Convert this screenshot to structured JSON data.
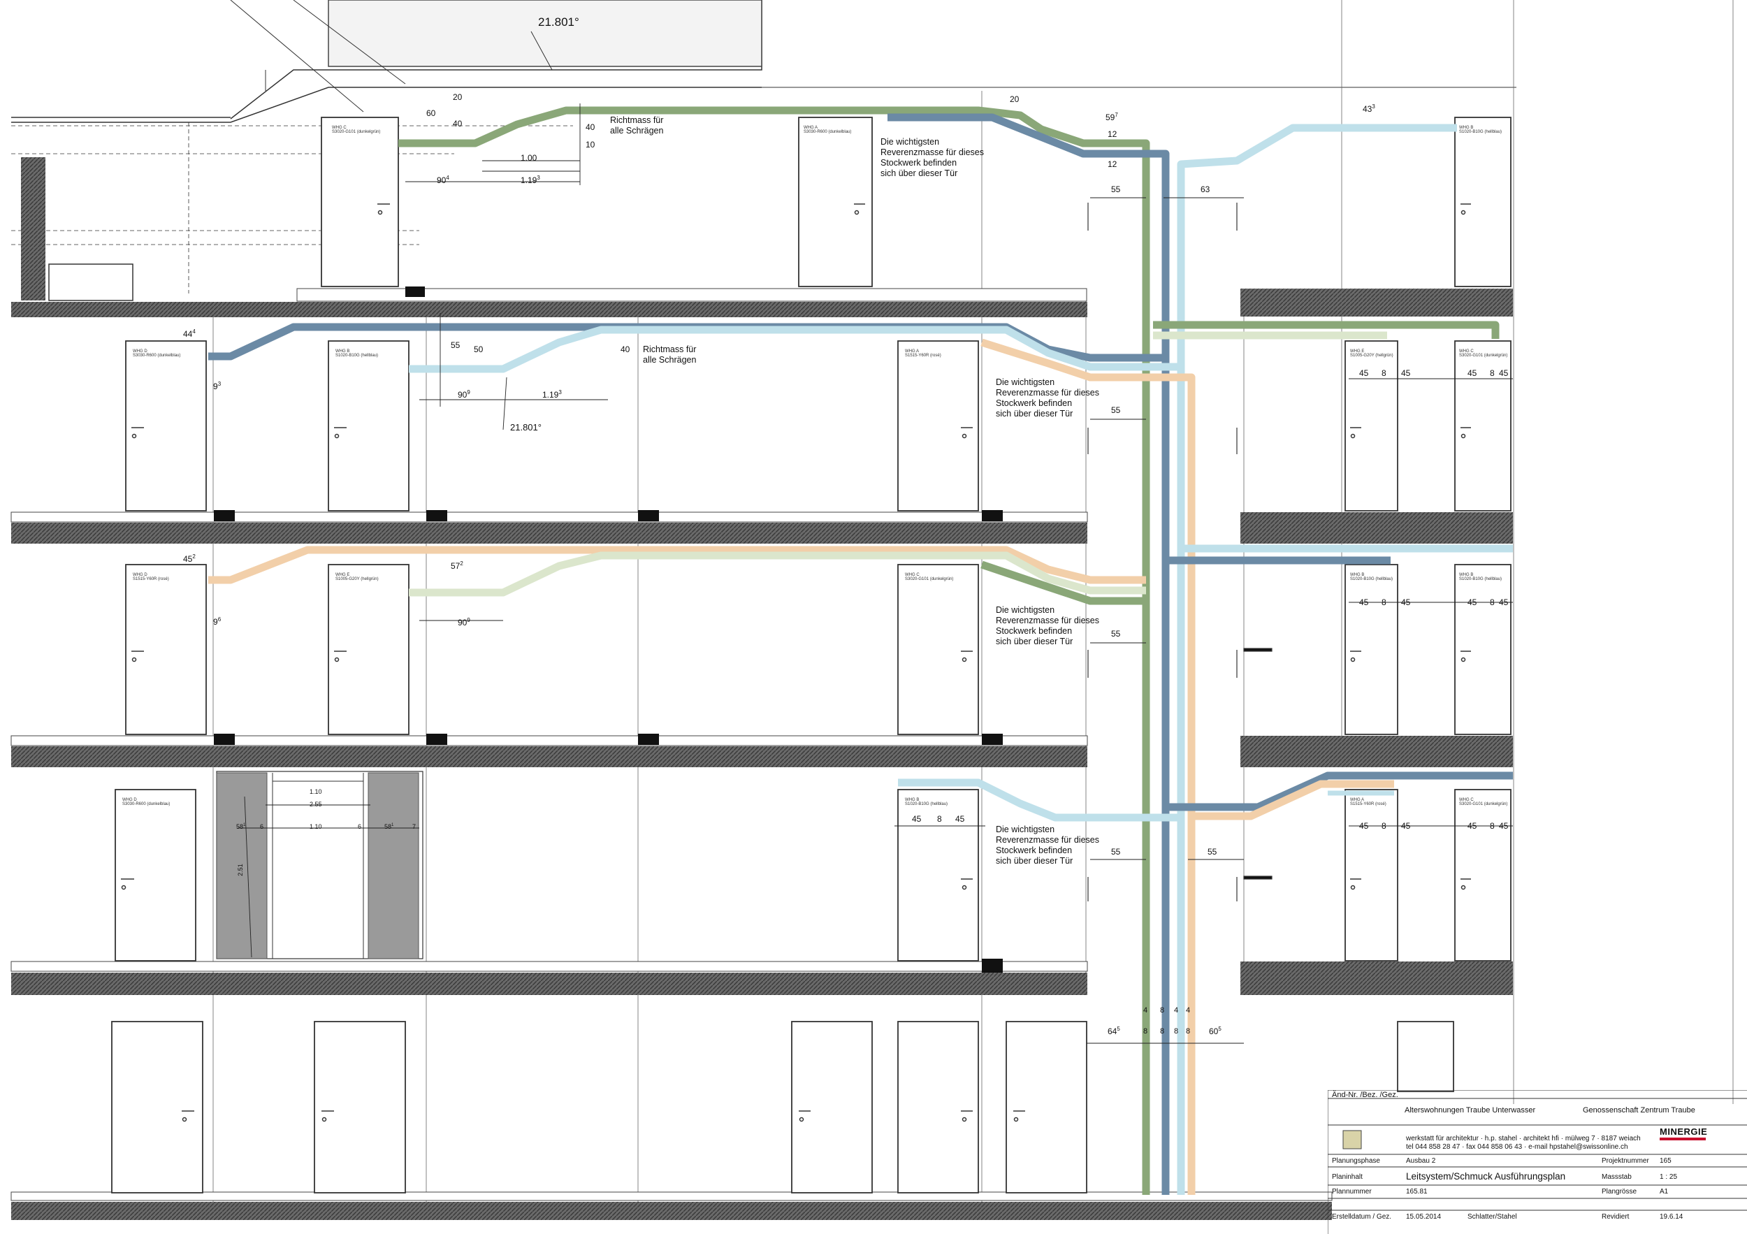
{
  "colors": {
    "green": "#8aa778",
    "blue": "#6b8aa5",
    "lightblue": "#bfe0ea",
    "peach": "#f2cfa9",
    "palegreen": "#dbe6cc",
    "slab": "#555555",
    "panel": "#9a9a9a"
  },
  "notes": {
    "richtmass_line1": "Richtmass für",
    "richtmass_line2": "alle Schrägen",
    "referenz_line1": "Die wichtigsten",
    "referenz_line2": "Reverenzmasse für dieses",
    "referenz_line3": "Stockwerk befinden",
    "referenz_line4": "sich über dieser Tür"
  },
  "angles": {
    "top": "21.801°",
    "second": "21.801°"
  },
  "dimensions": {
    "d60": "60",
    "d40": "40",
    "d20": "20",
    "d10": "10",
    "d40b": "40",
    "d100": "1.00",
    "d904": "90",
    "d904sup": "4",
    "d1193": "1.19",
    "d1193sup": "3",
    "d20r": "20",
    "d597": "59",
    "d597sup": "7",
    "d12a": "12",
    "d12b": "12",
    "d55a": "55",
    "d63": "63",
    "d433": "43",
    "d433sup": "3",
    "d444": "44",
    "d444sup": "4",
    "d93": "9",
    "d93sup": "3",
    "d55b": "55",
    "d50": "50",
    "d40c": "40",
    "d909": "90",
    "d909sup": "9",
    "d1193b": "1.19",
    "d1193bsup": "3",
    "d55c": "55",
    "d452": "45",
    "d452sup": "2",
    "d572": "57",
    "d572sup": "2",
    "d96": "9",
    "d96sup": "6",
    "d909b": "90",
    "d909bsup": "9",
    "d55d": "55",
    "d55e": "55",
    "d55f": "55",
    "d645": "64",
    "d645sup": "5",
    "d605": "60",
    "d605sup": "5",
    "d45": "45",
    "d8": "8",
    "d4": "4",
    "d110": "1.10",
    "d255": "2.55",
    "d110b": "1.10",
    "d581": "58",
    "d581sup": "1",
    "d6": "6",
    "d7": "7",
    "d251": "2.51"
  },
  "doors": [
    {
      "code": "WHG C",
      "sub": "S3020-G101 (dunkelgrün)"
    },
    {
      "code": "WHG A",
      "sub": "S3030-R600 (dunkelblau)"
    },
    {
      "code": "WHG B",
      "sub": "S1020-B10G (hellblau)"
    },
    {
      "code": "WHG D",
      "sub": "S3030-R600 (dunkelblau)"
    },
    {
      "code": "WHG A",
      "sub": "S1515-Y60R (rosé)"
    },
    {
      "code": "WHG E",
      "sub": "S1005-G20Y (hellgrün)"
    },
    {
      "code": "WHG D",
      "sub": "S1515-Y60R (rosé)"
    }
  ],
  "title_block": {
    "revision_header": "Änd-Nr. /Bez. /Gez.",
    "project": "Alterswohnungen Traube Unterwasser",
    "client": "Genossenschaft Zentrum Traube",
    "office": "werkstatt für architektur · h.p. stahel · architekt hfi · mülweg 7 · 8187 weiach",
    "contact": "tel  044 858 28 47  ·  fax  044 858 06 43  ·  e-mail  hpstahel@swissonline.ch",
    "logo": "MINERGIE",
    "phase_label": "Planungsphase",
    "phase_value": "Ausbau 2",
    "projnr_label": "Projektnummer",
    "projnr_value": "165",
    "content_label": "Planinhalt",
    "content_value": "Leitsystem/Schmuck Ausführungsplan",
    "scale_label": "Massstab",
    "scale_value": "1 : 25",
    "plannr_label": "Plannummer",
    "plannr_value": "165.81",
    "size_label": "Plangrösse",
    "size_value": "A1",
    "date_label": "Erstelldatum / Gez.",
    "date_value": "15.05.2014",
    "drawn_value": "Schlatter/Stahel",
    "revised_label": "Revidiert",
    "revised_value": "19.6.14"
  }
}
